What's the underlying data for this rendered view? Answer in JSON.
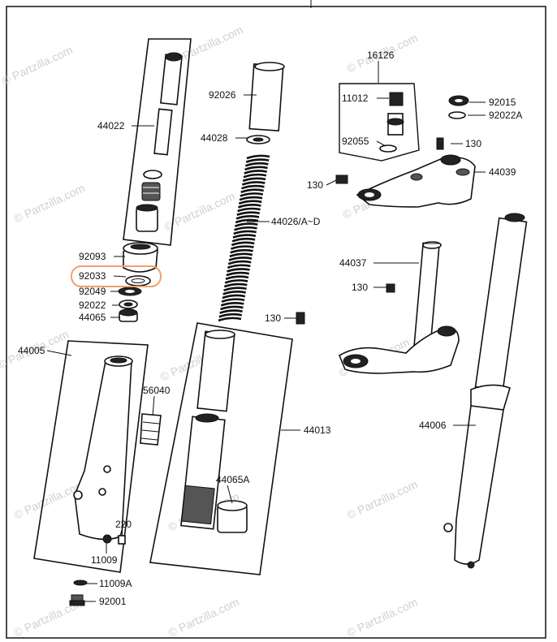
{
  "watermark": "© Partzilla.com",
  "callouts": [
    {
      "id": "44022",
      "text": "44022"
    },
    {
      "id": "92026",
      "text": "92026"
    },
    {
      "id": "44028",
      "text": "44028"
    },
    {
      "id": "44026",
      "text": "44026/A~D"
    },
    {
      "id": "92093",
      "text": "92093"
    },
    {
      "id": "92033",
      "text": "92033"
    },
    {
      "id": "92049",
      "text": "92049"
    },
    {
      "id": "92022",
      "text": "92022"
    },
    {
      "id": "44065",
      "text": "44065"
    },
    {
      "id": "44005",
      "text": "44005"
    },
    {
      "id": "56040",
      "text": "56040"
    },
    {
      "id": "44013",
      "text": "44013"
    },
    {
      "id": "44065A",
      "text": "44065A"
    },
    {
      "id": "220",
      "text": "220"
    },
    {
      "id": "11009",
      "text": "11009"
    },
    {
      "id": "11009A",
      "text": "11009A"
    },
    {
      "id": "92001",
      "text": "92001"
    },
    {
      "id": "16126",
      "text": "16126"
    },
    {
      "id": "11012",
      "text": "11012"
    },
    {
      "id": "92055",
      "text": "92055"
    },
    {
      "id": "92015",
      "text": "92015"
    },
    {
      "id": "92022A",
      "text": "92022A"
    },
    {
      "id": "130a",
      "text": "130"
    },
    {
      "id": "44039",
      "text": "44039"
    },
    {
      "id": "130b",
      "text": "130"
    },
    {
      "id": "44037",
      "text": "44037"
    },
    {
      "id": "130c",
      "text": "130"
    },
    {
      "id": "130d",
      "text": "130"
    },
    {
      "id": "44006",
      "text": "44006"
    }
  ],
  "highlight": {
    "callout": "92033",
    "color": "#f2a06a"
  }
}
